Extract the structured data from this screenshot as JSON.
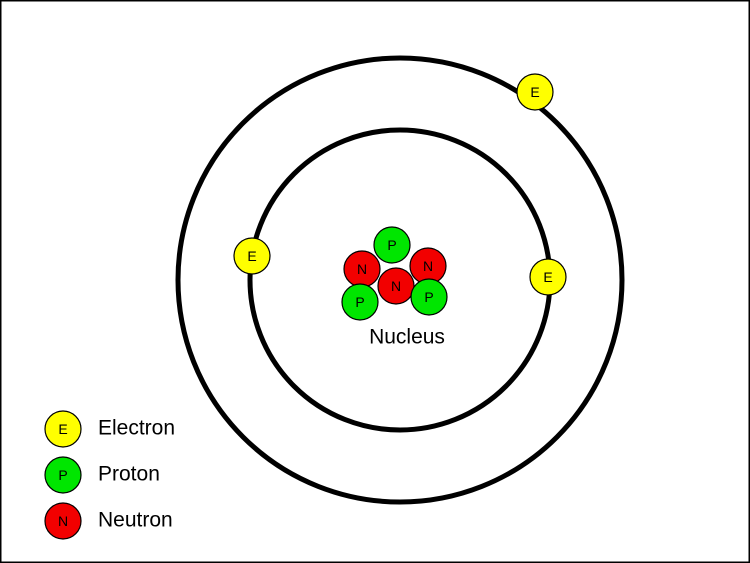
{
  "particles": {
    "electron": {
      "letter": "E",
      "color": "#ffff00"
    },
    "proton": {
      "letter": "P",
      "color": "#00e600"
    },
    "neutron": {
      "letter": "N",
      "color": "#f20000"
    }
  },
  "labels": {
    "nucleus": "Nucleus"
  },
  "legend": [
    {
      "type": "electron",
      "label": "Electron"
    },
    {
      "type": "proton",
      "label": "Proton"
    },
    {
      "type": "neutron",
      "label": "Neutron"
    }
  ],
  "atom": {
    "shells": [
      "inner",
      "outer"
    ],
    "electrons": [
      {
        "shell": "outer",
        "position": "top-right"
      },
      {
        "shell": "inner",
        "position": "left"
      },
      {
        "shell": "inner",
        "position": "right"
      }
    ],
    "nucleus_particles": [
      "proton",
      "neutron",
      "neutron",
      "neutron",
      "proton",
      "proton"
    ]
  }
}
